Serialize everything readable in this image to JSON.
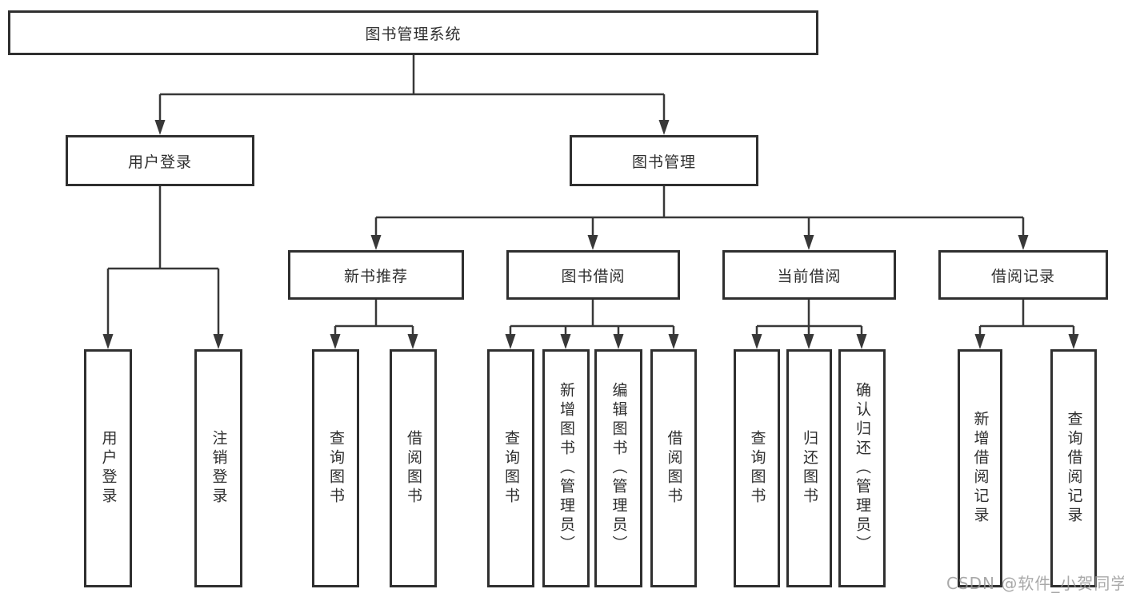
{
  "diagram_type": "functional-structure-tree",
  "colors": {
    "background": "#ffffff",
    "box_border": "#2f2f2f",
    "line": "#383838",
    "text": "#2f2f2f",
    "watermark": "#969696"
  },
  "tree": {
    "label": "图书管理系统",
    "children": [
      {
        "label": "用户登录",
        "children": [
          {
            "label": "用户登录"
          },
          {
            "label": "注销登录"
          }
        ]
      },
      {
        "label": "图书管理",
        "children": [
          {
            "label": "新书推荐",
            "children": [
              {
                "label": "查询图书"
              },
              {
                "label": "借阅图书"
              }
            ]
          },
          {
            "label": "图书借阅",
            "children": [
              {
                "label": "查询图书"
              },
              {
                "label": "新增图书（管理员）"
              },
              {
                "label": "编辑图书（管理员）"
              },
              {
                "label": "借阅图书"
              }
            ]
          },
          {
            "label": "当前借阅",
            "children": [
              {
                "label": "查询图书"
              },
              {
                "label": "归还图书"
              },
              {
                "label": "确认归还（管理员）"
              }
            ]
          },
          {
            "label": "借阅记录",
            "children": [
              {
                "label": "新增借阅记录"
              },
              {
                "label": "查询借阅记录"
              }
            ]
          }
        ]
      }
    ]
  },
  "watermark": {
    "text": "CSDN @软件_小贺同学"
  }
}
